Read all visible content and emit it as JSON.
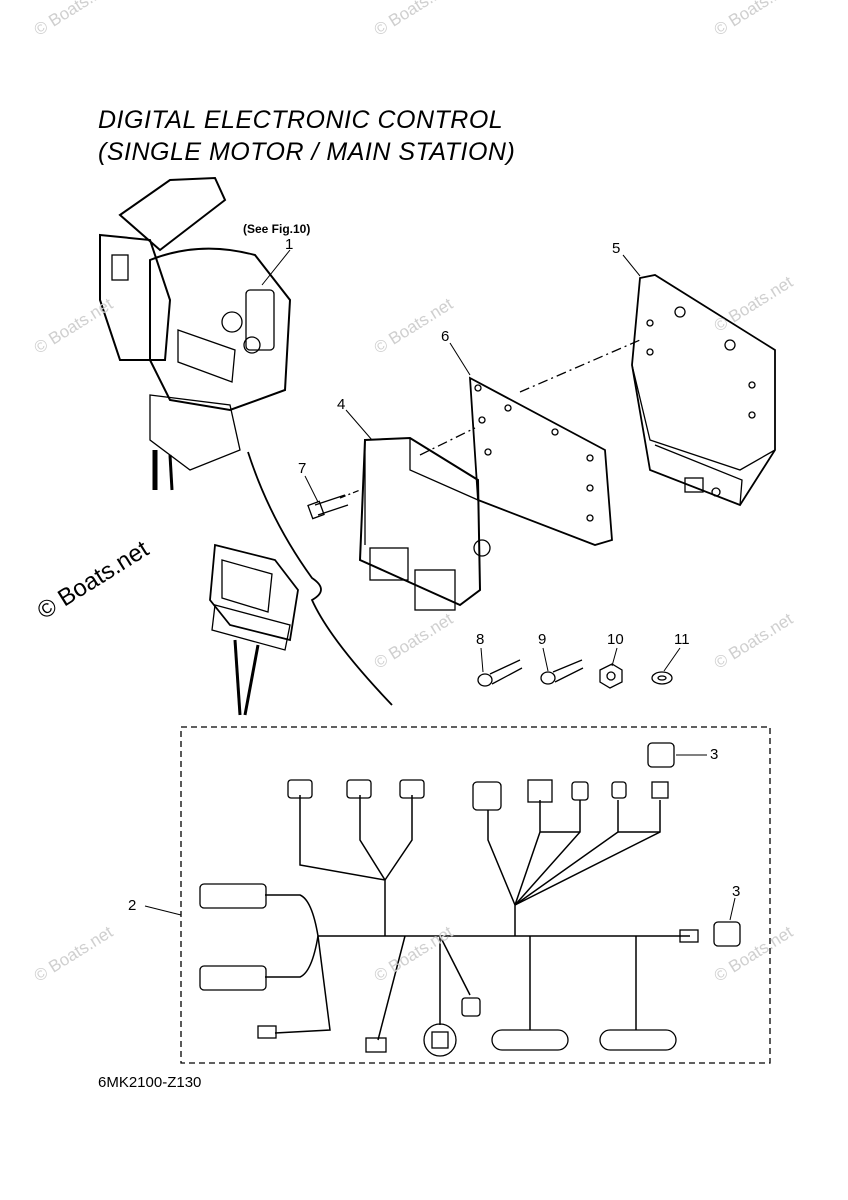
{
  "title": {
    "line1": "DIGITAL ELECTRONIC CONTROL",
    "line2": "(SINGLE MOTOR / MAIN STATION)"
  },
  "fig_ref": "(See Fig.10)",
  "diagram_code": "6MK2100-Z130",
  "watermark": "© Boats.net",
  "callouts": [
    {
      "id": "c1",
      "label": "1"
    },
    {
      "id": "c2",
      "label": "2"
    },
    {
      "id": "c3a",
      "label": "3"
    },
    {
      "id": "c3b",
      "label": "3"
    },
    {
      "id": "c4",
      "label": "4"
    },
    {
      "id": "c5",
      "label": "5"
    },
    {
      "id": "c6",
      "label": "6"
    },
    {
      "id": "c7",
      "label": "7"
    },
    {
      "id": "c8",
      "label": "8"
    },
    {
      "id": "c9",
      "label": "9"
    },
    {
      "id": "c10",
      "label": "10"
    },
    {
      "id": "c11",
      "label": "11"
    }
  ],
  "icons": [
    "control-lever-icon",
    "control-unit-icon",
    "bracket-plate-icon",
    "mounting-plate-icon",
    "screw-icon",
    "bolt-icon",
    "nut-icon",
    "washer-icon",
    "wire-harness-icon",
    "connector-icon"
  ]
}
